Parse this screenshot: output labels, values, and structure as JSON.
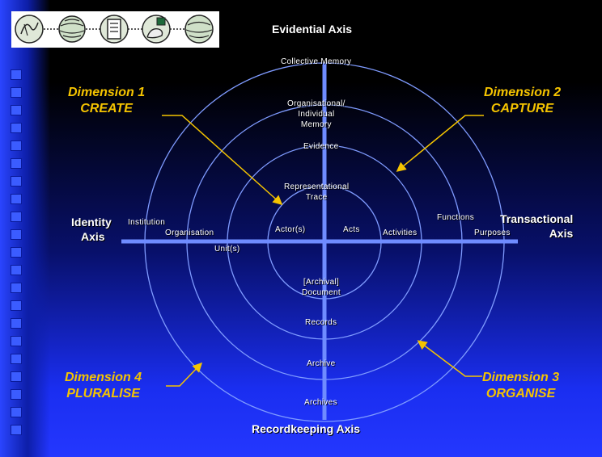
{
  "title": "Evidential Axis",
  "axes": {
    "identity": [
      "Identity",
      "Axis"
    ],
    "transactional": [
      "Transactional",
      "Axis"
    ],
    "recordkeeping": "Recordkeeping Axis"
  },
  "dimensions": [
    {
      "number": "Dimension 1",
      "name": "CREATE"
    },
    {
      "number": "Dimension 2",
      "name": "CAPTURE"
    },
    {
      "number": "Dimension 3",
      "name": "ORGANISE"
    },
    {
      "number": "Dimension 4",
      "name": "PLURALISE"
    }
  ],
  "evidential_labels": {
    "collective_memory": "Collective Memory",
    "org_memory": [
      "Organisational/",
      "Individual",
      "Memory"
    ],
    "evidence": "Evidence",
    "trace": [
      "Representational",
      "Trace"
    ]
  },
  "recordkeeping_labels": {
    "document": [
      "[Archival]",
      "Document"
    ],
    "records": "Records",
    "archive": "Archive",
    "archives": "Archives"
  },
  "identity_labels": {
    "institution": "Institution",
    "organisation": "Organisation",
    "units": "Unit(s)",
    "actors": "Actor(s)"
  },
  "transactional_labels": {
    "acts": "Acts",
    "activities": "Activities",
    "functions": "Functions",
    "purposes": "Purposes"
  },
  "colors": {
    "ring": "#7f9bff",
    "axis_line": "#6f8cff",
    "dimension_text": "#f5c400",
    "arrow": "#f5c400"
  },
  "logo_icons": [
    "scroll-icon",
    "globe-icon",
    "document-icon",
    "hand-icon",
    "sphere-icon"
  ]
}
